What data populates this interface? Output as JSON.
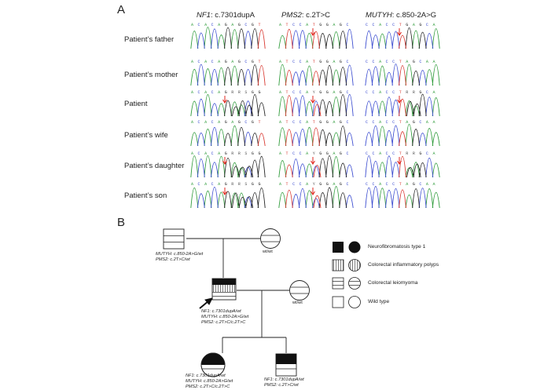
{
  "panels": {
    "a": "A",
    "b": "B"
  },
  "columns": [
    {
      "gene": "NF1",
      "variant": ": c.7301dupA"
    },
    {
      "gene": "PMS2",
      "variant": ": c.2T>C"
    },
    {
      "gene": "MUTYH",
      "variant": ": c.850-2A>G"
    }
  ],
  "rows": [
    {
      "label": "Patient’s father",
      "seqs": [
        "ACACAGAGCGT",
        "ATCCATGGAGC",
        "CCACCTGAGCA"
      ],
      "variant": [
        false,
        true,
        true
      ]
    },
    {
      "label": "Patient’s mother",
      "seqs": [
        "ACACAGAGCGT",
        "ATCCATGGAGC",
        "CCACCTAGCAA"
      ],
      "variant": [
        false,
        false,
        false
      ]
    },
    {
      "label": "Patient",
      "seqs": [
        "ACACAGRRSGG",
        "ATCCAYGGAGC",
        "CCACCTRRGCA"
      ],
      "variant": [
        true,
        true,
        true
      ]
    },
    {
      "label": "Patient’s wife",
      "seqs": [
        "ACACAGAGCGT",
        "ATCCATGGAGC",
        "CCACCTAGCAA"
      ],
      "variant": [
        false,
        false,
        false
      ]
    },
    {
      "label": "Patient’s daughter",
      "seqs": [
        "ACACAGRRSGG",
        "ATCCAYGGAGC",
        "CCACCTRRGCA"
      ],
      "variant": [
        true,
        true,
        true
      ]
    },
    {
      "label": "Patient’s son",
      "seqs": [
        "ACACAGRRSGG",
        "ATCCAYGGAGC",
        "CCACCTAGCAA"
      ],
      "variant": [
        true,
        true,
        false
      ]
    }
  ],
  "pedigree": {
    "father_note": [
      "MUTYH: c.850-2A>G/wt",
      "PMS2: c.2T>C/wt"
    ],
    "mother_note": [
      "wt/wt"
    ],
    "wife_note": [
      "wt/wt"
    ],
    "proband_note": [
      "NF1: c.7301dupA/wt",
      "MUTYH: c.850-2A>G/wt",
      "PMS2: c.2T>C/c.2T>C"
    ],
    "daughter_note": [
      "NF1: c.7301dupA/wt",
      "MUTYH: c.850-2A>G/wt",
      "PMS2: c.2T>C/c.2T>C"
    ],
    "son_note": [
      "NF1: c.7301dupA/wt",
      "PMS2: c.2T>C/wt"
    ]
  },
  "legend": [
    {
      "label": "Neurofibromatosis type 1",
      "pattern": "solid"
    },
    {
      "label": "Colorectal inflammatory polyps",
      "pattern": "vertical"
    },
    {
      "label": "Colorectal leiomyoma",
      "pattern": "horizontal"
    },
    {
      "label": "Wild type",
      "pattern": "empty"
    }
  ],
  "colors": {
    "A": "#2e9b3a",
    "C": "#3a4bd0",
    "G": "#222222",
    "T": "#d8362e",
    "arrow": "#e0261c"
  }
}
